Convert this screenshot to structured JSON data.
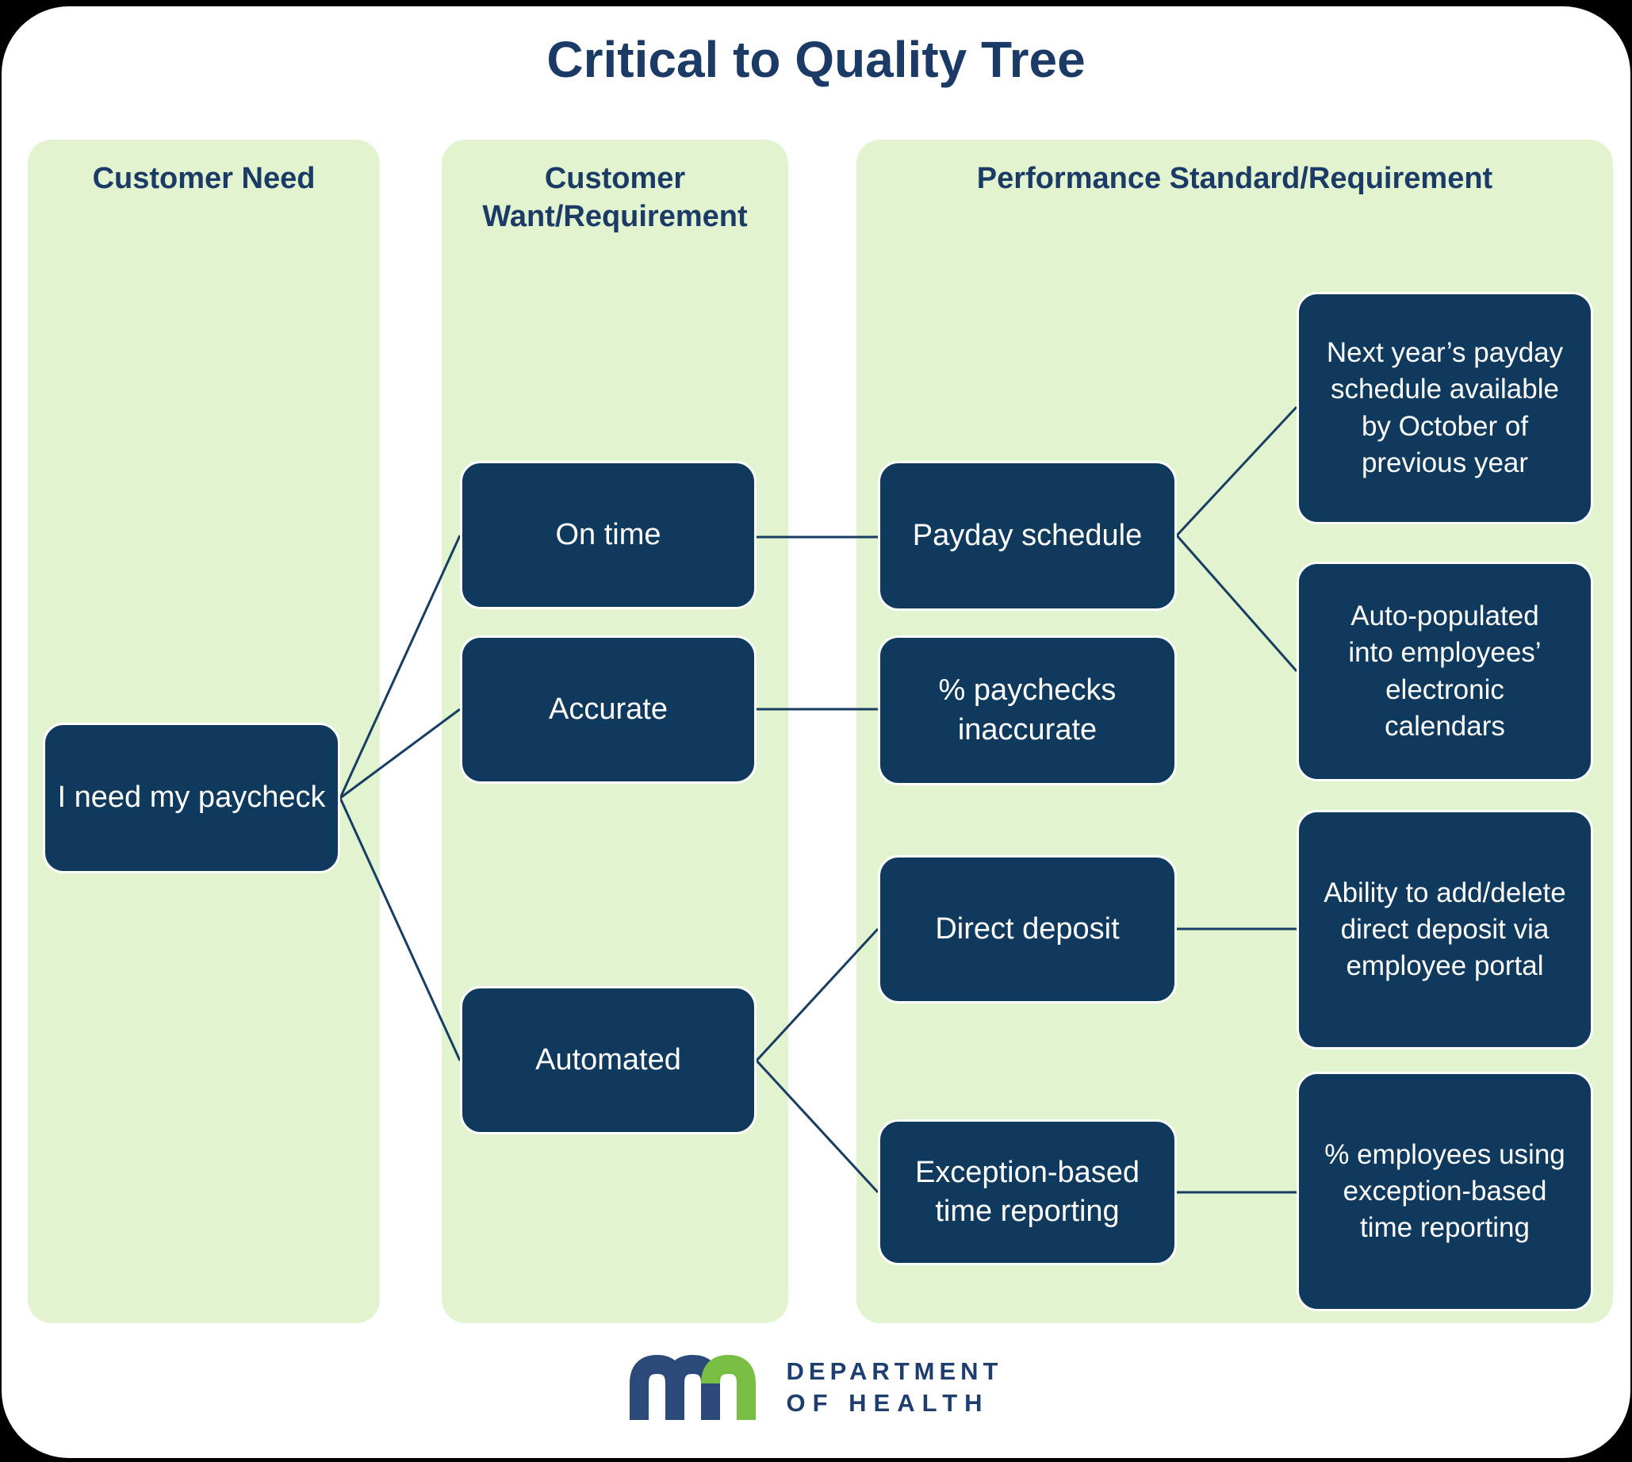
{
  "title": "Critical to Quality Tree",
  "columns": {
    "need": {
      "header": "Customer Need"
    },
    "want": {
      "header": "Customer\nWant/Requirement"
    },
    "performance": {
      "header": "Performance Standard/Requirement"
    }
  },
  "nodes": {
    "need": {
      "label": "I need my paycheck"
    },
    "on_time": {
      "label": "On time"
    },
    "accurate": {
      "label": "Accurate"
    },
    "automated": {
      "label": "Automated"
    },
    "payday_schedule": {
      "label": "Payday schedule"
    },
    "paychecks_inaccurate": {
      "label": "% paychecks\ninaccurate"
    },
    "direct_deposit": {
      "label": "Direct deposit"
    },
    "exception_time": {
      "label": "Exception-based\ntime reporting"
    },
    "next_year_schedule": {
      "label": "Next year’s payday\nschedule available\nby October of\nprevious year"
    },
    "auto_populated": {
      "label": "Auto-populated\ninto employees’\nelectronic\ncalendars"
    },
    "add_delete_portal": {
      "label": "Ability to add/delete\ndirect deposit via\nemployee portal"
    },
    "pct_employees": {
      "label": "% employees using\nexception-based\ntime reporting"
    }
  },
  "edges": [
    {
      "from": "need",
      "to": "on_time"
    },
    {
      "from": "need",
      "to": "accurate"
    },
    {
      "from": "need",
      "to": "automated"
    },
    {
      "from": "on_time",
      "to": "payday_schedule"
    },
    {
      "from": "accurate",
      "to": "paychecks_inaccurate"
    },
    {
      "from": "payday_schedule",
      "to": "next_year_schedule"
    },
    {
      "from": "payday_schedule",
      "to": "auto_populated"
    },
    {
      "from": "automated",
      "to": "direct_deposit"
    },
    {
      "from": "automated",
      "to": "exception_time"
    },
    {
      "from": "direct_deposit",
      "to": "add_delete_portal"
    },
    {
      "from": "exception_time",
      "to": "pct_employees"
    }
  ],
  "logo": {
    "mark": "mn-monogram",
    "line1": "DEPARTMENT",
    "line2": "OF HEALTH"
  },
  "colors": {
    "box_navy": "#10395e",
    "panel_green": "#e1f3cf",
    "title_navy": "#1b3b66",
    "line_navy": "#173d63",
    "logo_navy": "#2b4a7a",
    "logo_green": "#78be43",
    "page_bg": "#ffffff"
  }
}
